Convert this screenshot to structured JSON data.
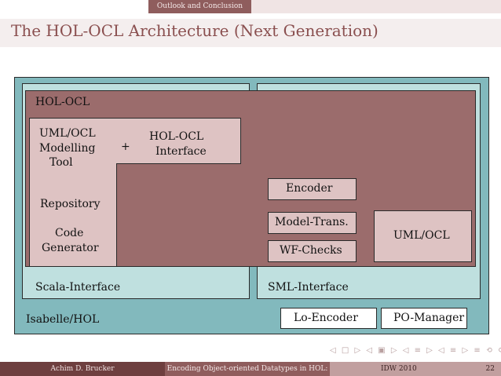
{
  "header": {
    "section": "Outlook and Conclusion"
  },
  "slide": {
    "title": "The HOL-OCL Architecture (Next Generation)"
  },
  "diagram": {
    "isabelle": "Isabelle/HOL",
    "scala_interface": "Scala-Interface",
    "sml_interface": "SML-Interface",
    "hol_ocl": "HOL-OCL",
    "uml_tool": [
      "UML/OCL",
      "Modelling",
      "Tool"
    ],
    "plus": "+",
    "hol_ocl_interface": [
      "HOL-OCL",
      "Interface"
    ],
    "repository": "Repository",
    "code_generator": [
      "Code",
      "Generator"
    ],
    "encoder": "Encoder",
    "model_trans": "Model-Trans.",
    "wf_checks": "WF-Checks",
    "uml_ocl": "UML/OCL",
    "lo_encoder": "Lo-Encoder",
    "po_manager": "PO-Manager"
  },
  "nav": {
    "symbols": "◁ □ ▷ ◁ ▣ ▷ ◁ ≡ ▷ ◁ ≡ ▷ ≡ ⟲ ⟳"
  },
  "footer": {
    "author": "Achim D. Brucker",
    "talk": "Encoding Object-oriented Datatypes in HOL: ...",
    "conference": "IDW 2010",
    "page": "22"
  },
  "colors": {
    "frame_dark": "#8f5d5d",
    "isabelle_bg": "#82b9bd",
    "interface_bg": "#bfe0df",
    "hol_ocl_bg": "#9b6c6c",
    "component_bg": "#dec3c3"
  }
}
